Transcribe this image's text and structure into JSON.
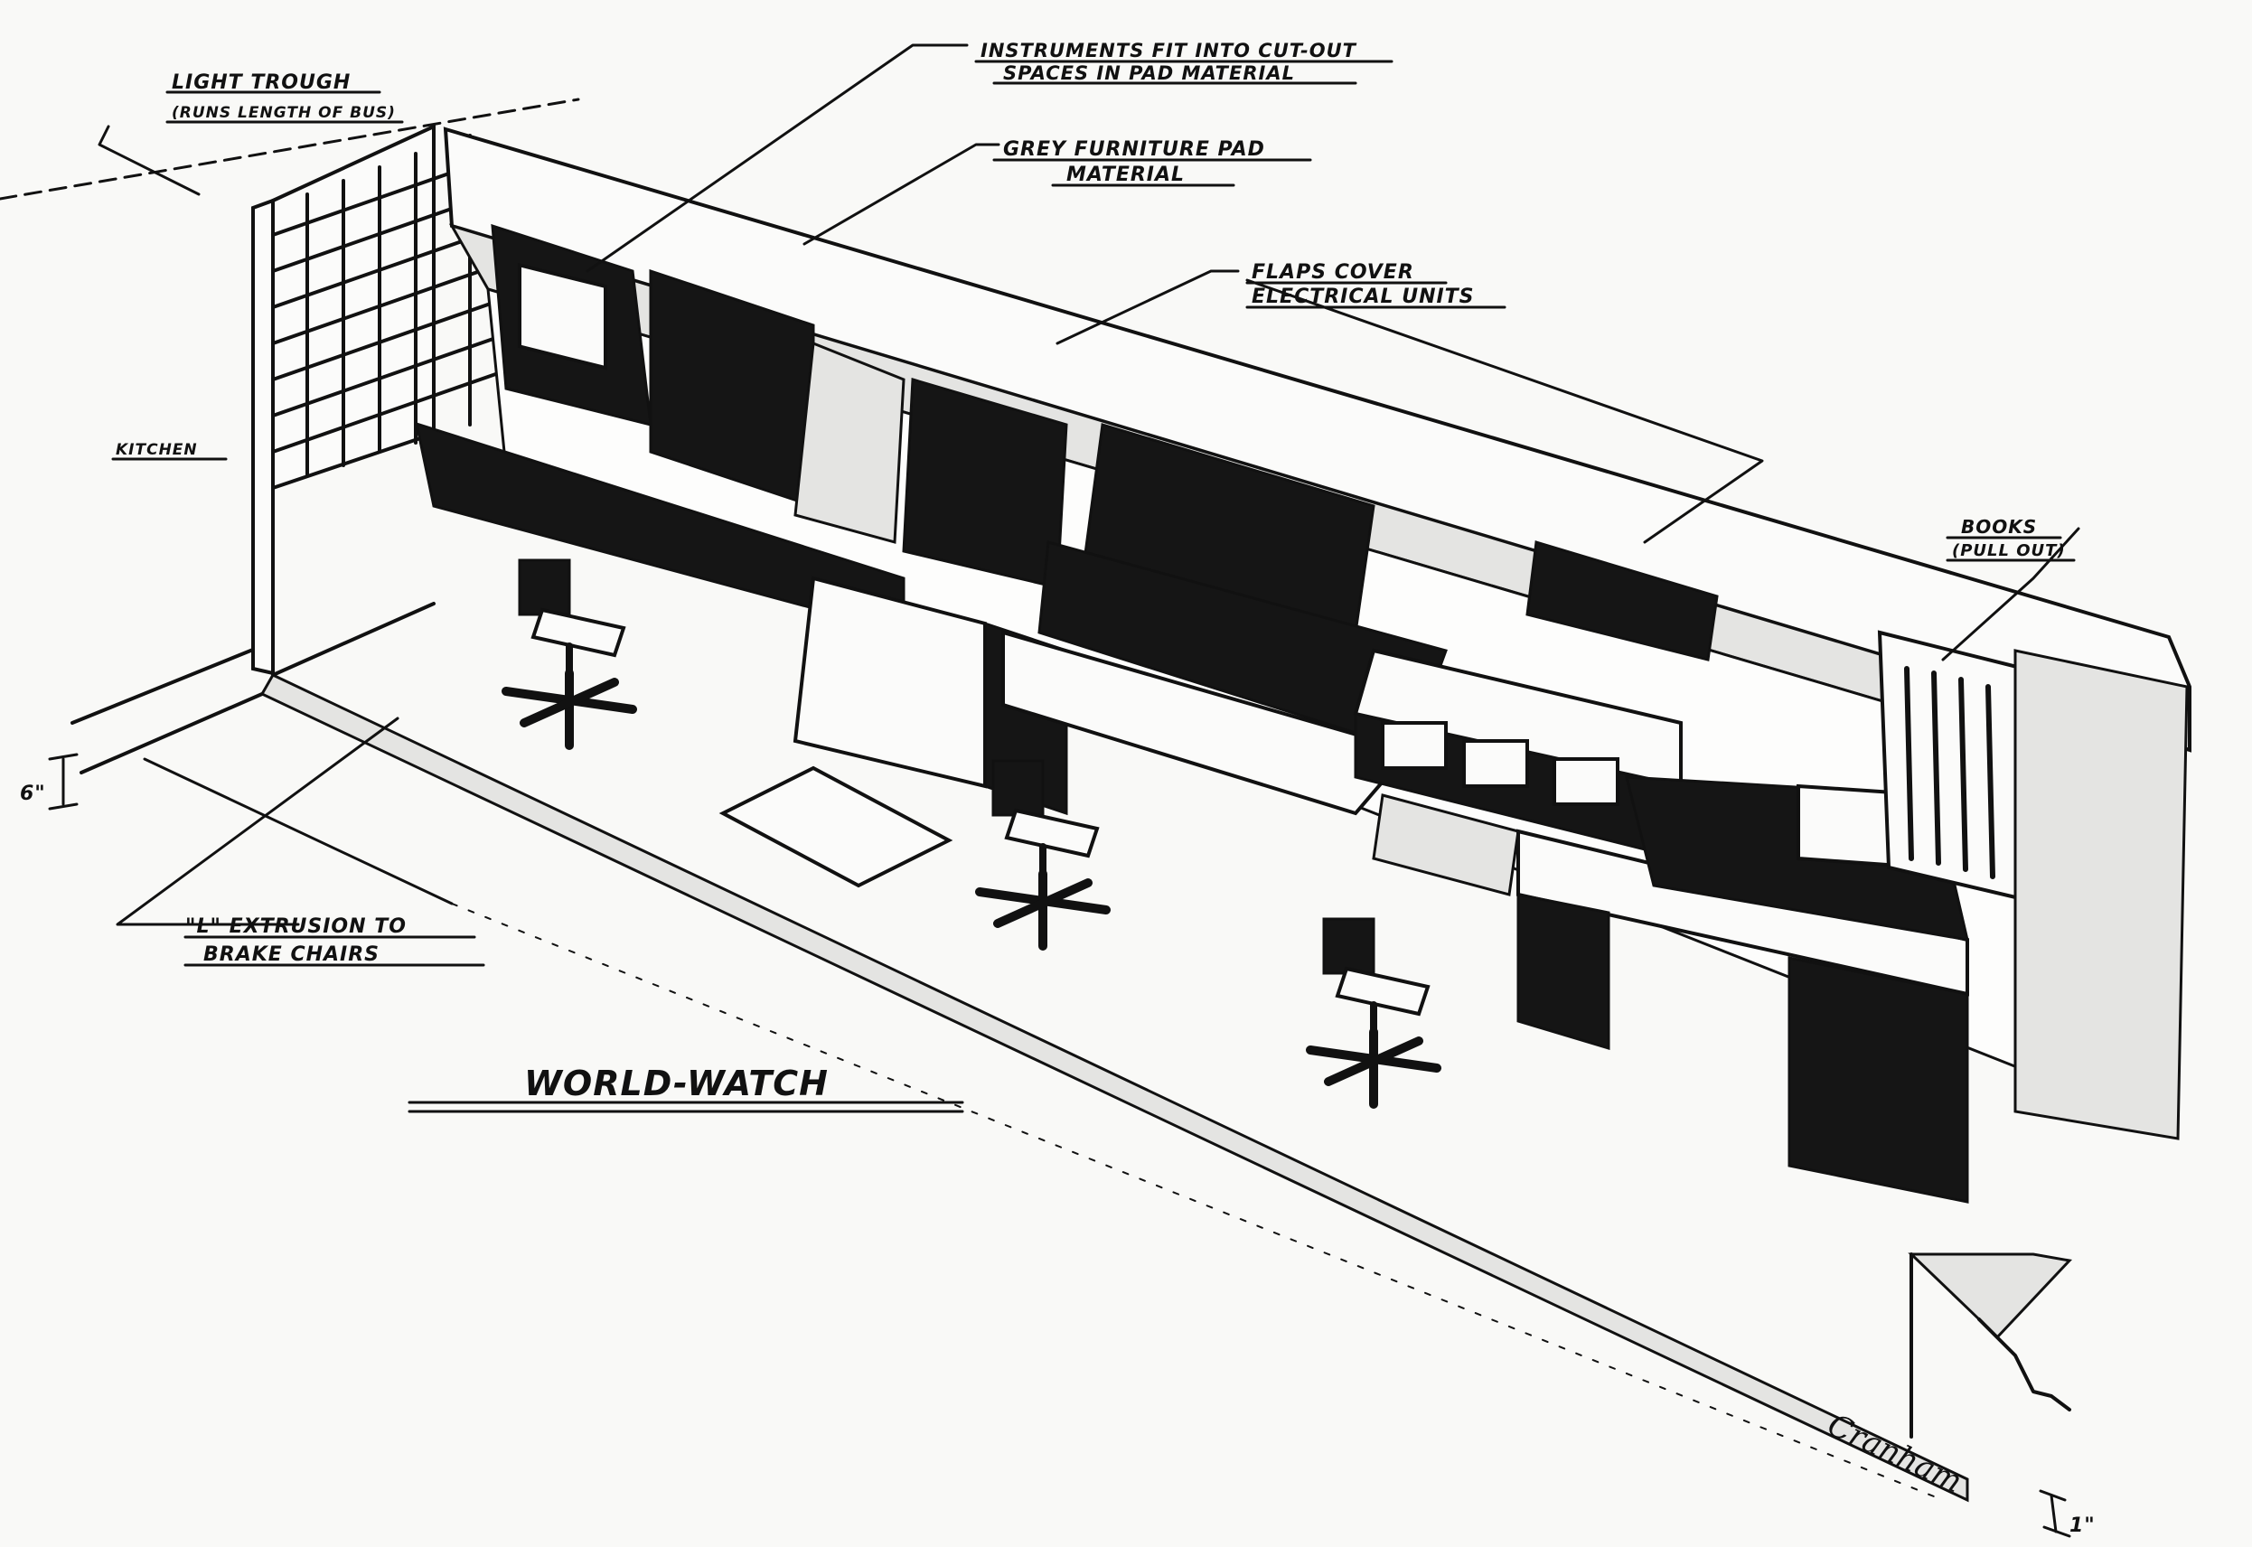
{
  "title": "WORLD-WATCH",
  "labels": {
    "light_trough": [
      "LIGHT TROUGH",
      "(RUNS LENGTH OF BUS)"
    ],
    "instruments": [
      "INSTRUMENTS FIT INTO CUT-OUT",
      "SPACES IN PAD MATERIAL"
    ],
    "grey_pad": [
      "GREY FURNITURE PAD",
      "MATERIAL"
    ],
    "flaps": [
      "FLAPS COVER",
      "ELECTRICAL UNITS"
    ],
    "books": [
      "BOOKS",
      "(PULL OUT)"
    ],
    "kitchen": "KITCHEN",
    "l_extrusion": [
      "\"L\" EXTRUSION TO",
      "BRAKE CHAIRS"
    ],
    "dim_left": "6\"",
    "dim_right": "1\""
  },
  "signature": "Cranham",
  "colors": {
    "ink": "#111111",
    "paper": "#f9f9f7"
  }
}
